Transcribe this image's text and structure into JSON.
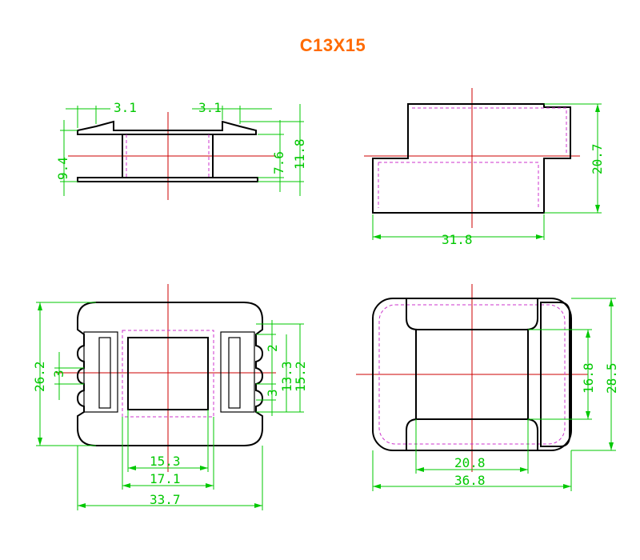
{
  "title": "C13X15",
  "views": {
    "side_top_left": {
      "dims": [
        "3.1",
        "3.1",
        "9.4",
        "7.6",
        "11.8"
      ]
    },
    "side_top_right": {
      "dims": [
        "20.7",
        "31.8"
      ]
    },
    "top_bottom_left": {
      "dims": [
        "26.2",
        "3",
        "3",
        "2",
        "13.3",
        "15.2",
        "15.3",
        "17.1",
        "33.7"
      ]
    },
    "bottom_bottom_right": {
      "dims": [
        "16.8",
        "28.5",
        "20.8",
        "36.8"
      ]
    }
  },
  "colors": {
    "title": "#ff6a00",
    "dimension": "#00c800",
    "centerline": "#cc0000",
    "hidden": "#cc33cc"
  }
}
